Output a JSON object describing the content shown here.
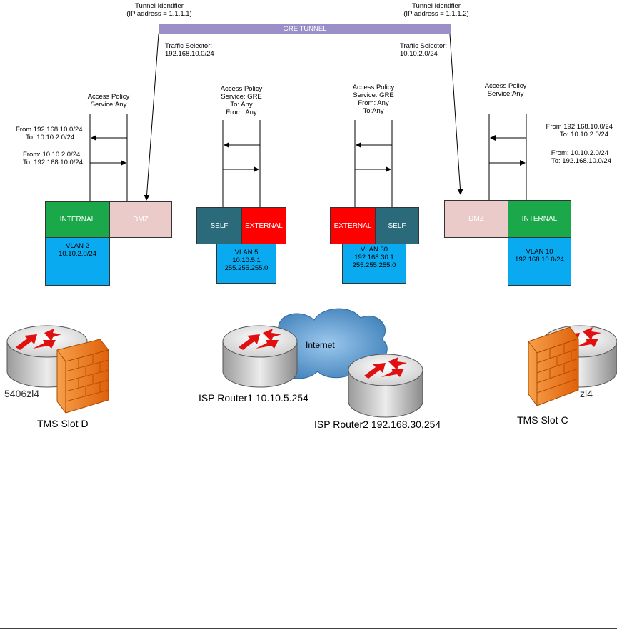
{
  "tunnel": {
    "bar_label": "GRE TUNNEL",
    "left_id_line1": "Tunnel Identifier",
    "left_id_line2": "(IP address = 1.1.1.1)",
    "right_id_line1": "Tunnel Identifier",
    "right_id_line2": "(IP address = 1.1.1.2)",
    "left_selector_line1": "Traffic Selector:",
    "left_selector_line2": "192.168.10.0/24",
    "right_selector_line1": "Traffic Selector:",
    "right_selector_line2": "10.10.2.0/24"
  },
  "policies": {
    "p1": {
      "line1": "Access Policy",
      "line2": "Service:Any"
    },
    "p2": {
      "line1": "Access Policy",
      "line2": "Service: GRE",
      "line3": "To: Any",
      "line4": "From: Any"
    },
    "p3": {
      "line1": "Access Policy",
      "line2": "Service: GRE",
      "line3": "From: Any",
      "line4": "To:Any"
    },
    "p4": {
      "line1": "Access Policy",
      "line2": "Service:Any"
    }
  },
  "flows": {
    "left_a_line1": "From 192.168.10.0/24",
    "left_a_line2": "To: 10.10.2.0/24",
    "left_b_line1": "From: 10.10.2.0/24",
    "left_b_line2": "To:  192.168.10.0/24",
    "right_a_line1": "From 192.168.10.0/24",
    "right_a_line2": "To: 10.10.2.0/24",
    "right_b_line1": "From: 10.10.2.0/24",
    "right_b_line2": "To:  192.168.10.0/24"
  },
  "zones": {
    "left_internal": "INTERNAL",
    "left_dmz": "DMZ",
    "self1": "SELF",
    "external1": "EXTERNAL",
    "external2": "EXTERNAL",
    "self2": "SELF",
    "right_dmz": "DMZ",
    "right_internal": "INTERNAL"
  },
  "vlans": {
    "v2": {
      "line1": "VLAN 2",
      "line2": "10.10.2.0/24"
    },
    "v5": {
      "line1": "VLAN 5",
      "line2": "10.10.5.1",
      "line3": "255.255.255.0"
    },
    "v30": {
      "line1": "VLAN 30",
      "line2": "192.168.30.1",
      "line3": "255.255.255.0"
    },
    "v10": {
      "line1": "VLAN 10",
      "line2": "192.168.10.0/24"
    }
  },
  "devices": {
    "left_switch": "5406zl4",
    "left_tms": "TMS Slot D",
    "right_switch": "zl4",
    "right_tms": "TMS Slot C",
    "internet": "Internet",
    "isp1": "ISP Router1 10.10.5.254",
    "isp2": "ISP Router2 192.168.30.254"
  },
  "colors": {
    "tunnel_bar": "#9b8fc8",
    "internal": "#1aa84a",
    "dmz": "#ebcaca",
    "self": "#2a6a7a",
    "external": "#ff0000",
    "vlan": "#0aaaf0",
    "cloud": "#4a90c8",
    "firewall": "#f07a1a",
    "router_arrow": "#e01010"
  }
}
